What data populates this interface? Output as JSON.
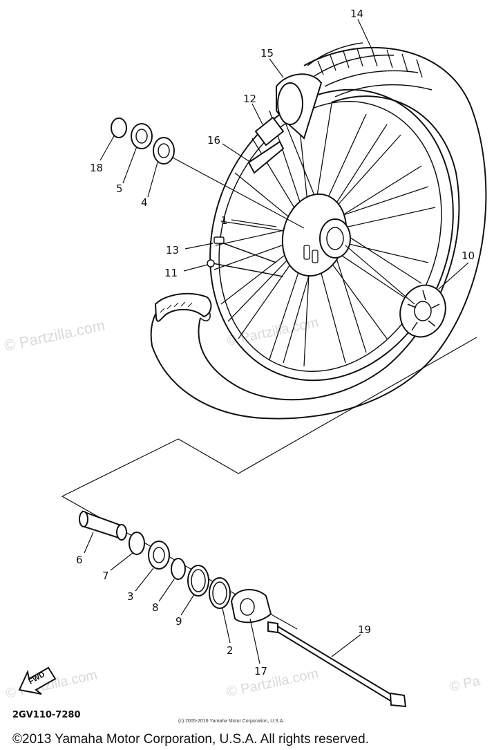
{
  "watermarks": [
    "© Partzilla.com",
    "© Partzilla.com",
    "© Partzilla.com",
    "© Partzilla.com",
    "© Pa"
  ],
  "callouts": {
    "c1": "1",
    "c2": "2",
    "c3": "3",
    "c4": "4",
    "c5": "5",
    "c6": "6",
    "c7": "7",
    "c8": "8",
    "c9": "9",
    "c10": "10",
    "c11": "11",
    "c12": "12",
    "c13": "13",
    "c14": "14",
    "c15": "15",
    "c16": "16",
    "c17": "17",
    "c18": "18",
    "c19": "19"
  },
  "fwd_label": "FWD",
  "part_number": "2GV110-7280",
  "small_copyright": "(c) 2005-2016 Yamaha Motor Corporation, U.S.A.",
  "footer_copyright": "©2013 Yamaha Motor Corporation, U.S.A. All rights reserved."
}
